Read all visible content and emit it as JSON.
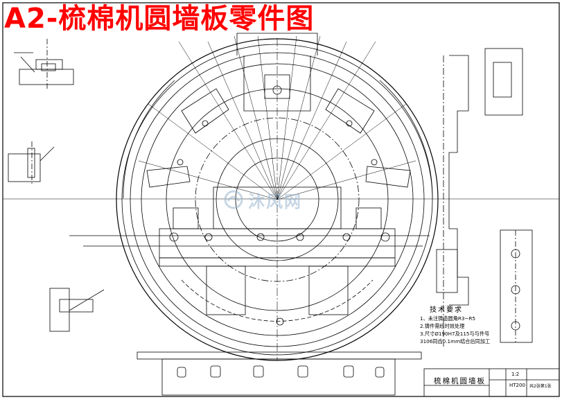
{
  "drawing": {
    "title": "A2-梳棉机圆墙板零件图",
    "watermark_text": "沐风网",
    "accent_color": "#ff0000",
    "watermark_color": "#9ab6cf"
  },
  "technical_requirements": {
    "heading": "技术要求",
    "items": [
      "1、未注铸造圆角R3~R5",
      "2.铸件需经时效处理",
      "3.尺寸Ø190H7及115与与件号",
      "3106同齿0.1mm结合后同加工"
    ]
  },
  "title_block": {
    "part_name": "梳棉机圆墙板",
    "scale": "1:2",
    "material": "HT200",
    "sheet_info": "共2张第1张"
  }
}
